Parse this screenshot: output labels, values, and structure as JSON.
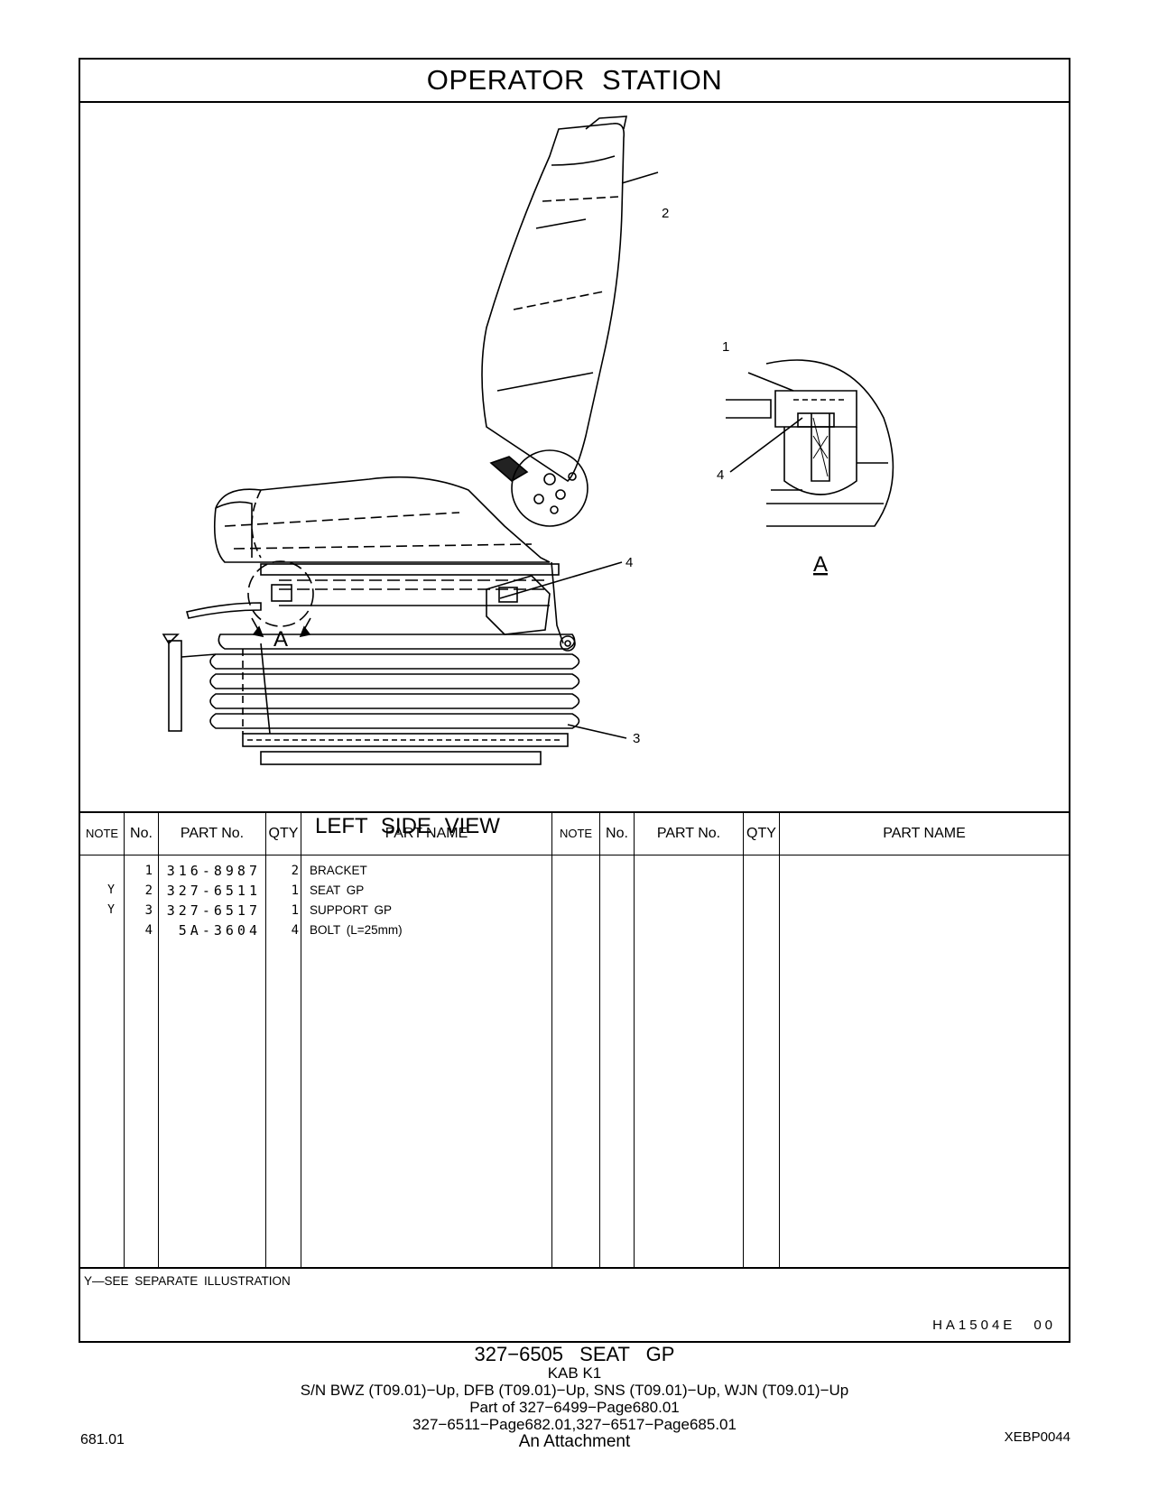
{
  "page_title": "OPERATOR   STATION",
  "illustration": {
    "view_label": "LEFT  SIDE  VIEW",
    "callouts": [
      "1",
      "2",
      "3",
      "4",
      "4"
    ],
    "detail_label": "A",
    "section_marker": "A"
  },
  "table": {
    "headers": {
      "note": "NOTE",
      "no": "No.",
      "part_no": "PART No.",
      "qty": "QTY",
      "part_name": "PART NAME"
    },
    "rows": [
      {
        "note": "",
        "no": "1",
        "part_no": "316-8987",
        "qty": "2",
        "name": "BRACKET"
      },
      {
        "note": "Y",
        "no": "2",
        "part_no": "327-6511",
        "qty": "1",
        "name": "SEAT  GP"
      },
      {
        "note": "Y",
        "no": "3",
        "part_no": "327-6517",
        "qty": "1",
        "name": "SUPPORT  GP"
      },
      {
        "note": "",
        "no": "4",
        "part_no": "5A-3604",
        "qty": "4",
        "name": "BOLT (L=25mm)"
      }
    ]
  },
  "footnote": "Y—SEE  SEPARATE  ILLUSTRATION",
  "illustration_code": "HA1504E",
  "illustration_rev": "00",
  "caption": {
    "title": "327−6505  SEAT  GP",
    "lines": [
      "KAB K1",
      "S/N BWZ (T09.01)−Up, DFB (T09.01)−Up, SNS (T09.01)−Up, WJN (T09.01)−Up",
      "Part of 327−6499−Page680.01",
      "327−6511−Page682.01,327−6517−Page685.01",
      "An Attachment"
    ]
  },
  "page_number": "681.01",
  "doc_code": "XEBP0044"
}
